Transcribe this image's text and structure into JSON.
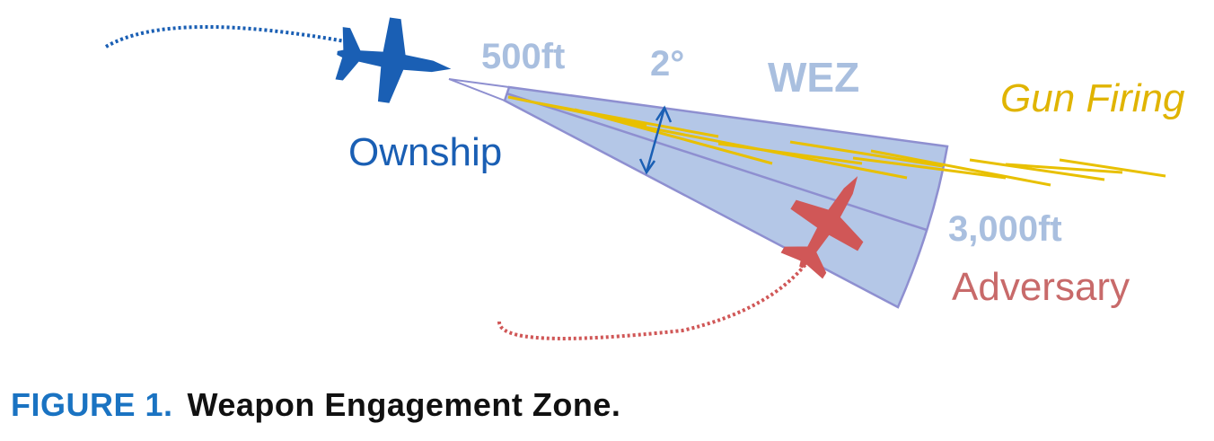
{
  "labels": {
    "min_range": "500ft",
    "angle": "2°",
    "zone": "WEZ",
    "gun_firing": "Gun Firing",
    "ownship": "Ownship",
    "max_range": "3,000ft",
    "adversary": "Adversary"
  },
  "caption": {
    "figure_label": "FIGURE 1.",
    "title": "Weapon Engagement Zone."
  },
  "colors": {
    "ownship": "#1a5fb4",
    "adversary": "#d05757",
    "wez_fill": "#b4c7e7",
    "wez_stroke": "#8e8fd0",
    "range_text": "#a9bfdf",
    "gun_firing": "#e8b800",
    "caption_label": "#1a73c2"
  },
  "icons": {
    "ownship": "fighter-jet-icon",
    "adversary": "fighter-jet-icon"
  }
}
